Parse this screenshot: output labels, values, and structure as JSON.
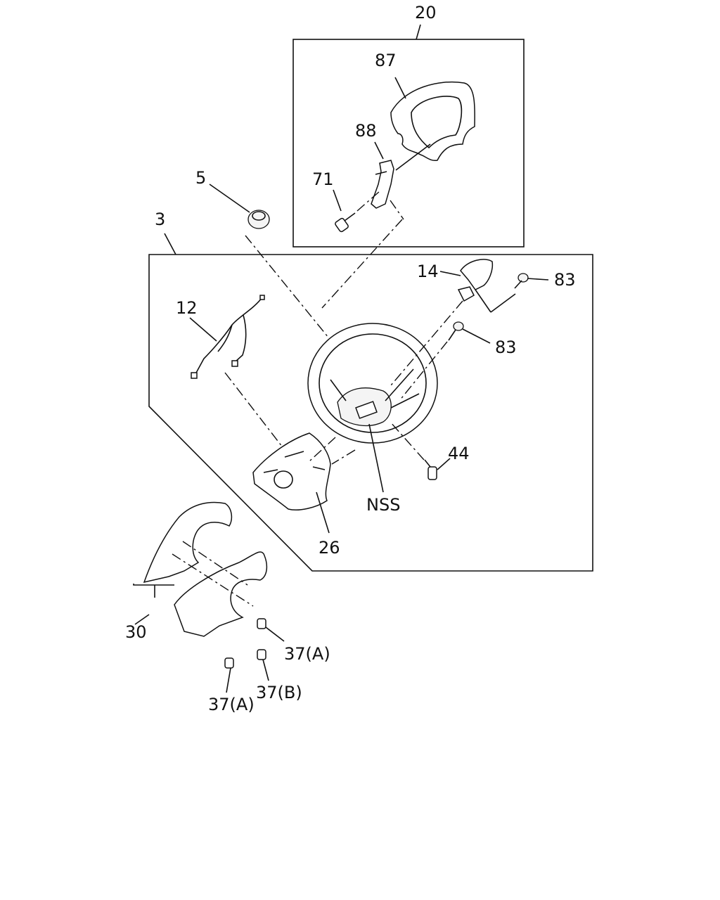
{
  "callouts": {
    "c20": "20",
    "c87": "87",
    "c88": "88",
    "c71": "71",
    "c5": "5",
    "c3": "3",
    "c14": "14",
    "c83a": "83",
    "c83b": "83",
    "c12": "12",
    "c44": "44",
    "cNSS": "NSS",
    "c26": "26",
    "c30": "30",
    "c37a1": "37(A)",
    "c37b": "37(B)",
    "c37a2": "37(A)"
  }
}
